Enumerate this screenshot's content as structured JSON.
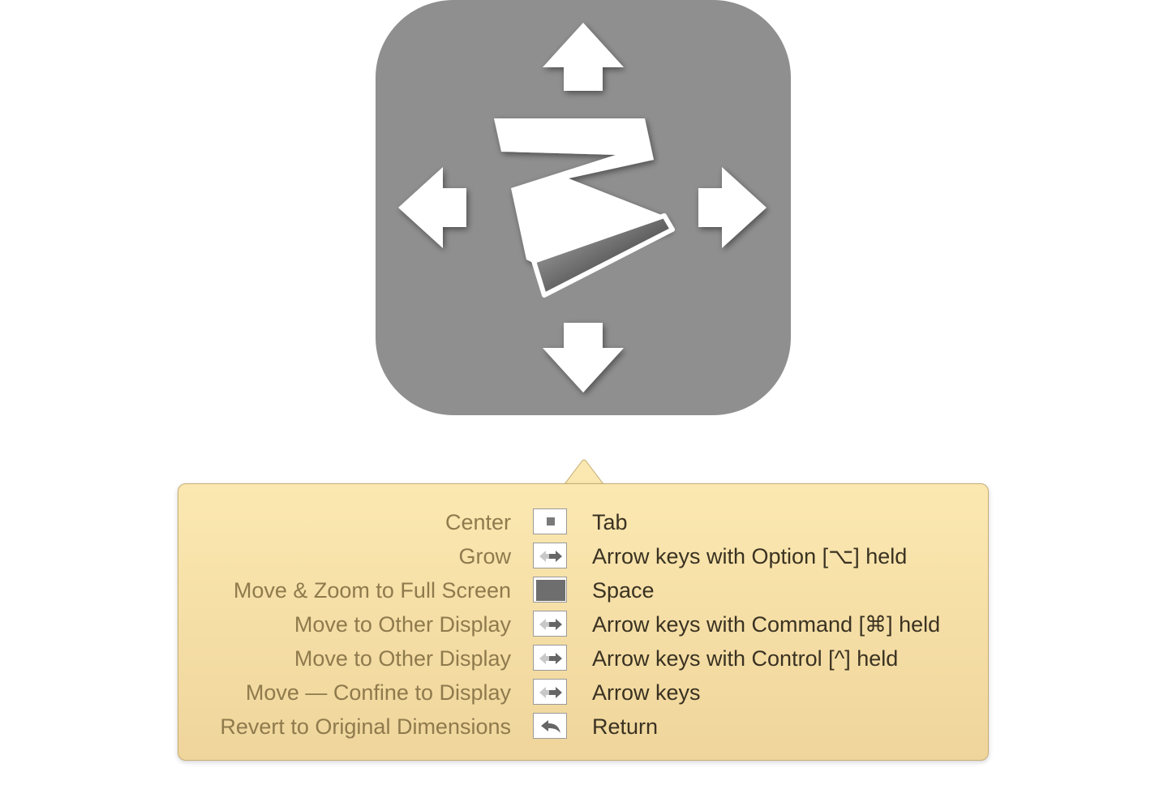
{
  "app_icon": {
    "icon": "zooom-app-icon",
    "background_color": "#8f8f8f"
  },
  "shortcuts": [
    {
      "action": "Center",
      "key_icon": "center-key-icon",
      "shortcut": "Tab"
    },
    {
      "action": "Grow",
      "key_icon": "arrow-keys-icon",
      "shortcut": "Arrow keys with Option [⌥] held"
    },
    {
      "action": "Move & Zoom to Full Screen",
      "key_icon": "space-key-icon",
      "shortcut": "Space"
    },
    {
      "action": "Move to Other Display",
      "key_icon": "arrow-keys-icon",
      "shortcut": "Arrow keys with Command [⌘] held"
    },
    {
      "action": "Move to Other Display",
      "key_icon": "arrow-keys-icon",
      "shortcut": "Arrow keys with Control [^] held"
    },
    {
      "action": "Move — Confine to Display",
      "key_icon": "arrow-keys-icon",
      "shortcut": "Arrow keys"
    },
    {
      "action": "Revert to Original Dimensions",
      "key_icon": "return-key-icon",
      "shortcut": "Return"
    }
  ],
  "colors": {
    "popover_top": "#fbe8b1",
    "popover_bottom": "#efd59b",
    "action_text": "#8f7a4d",
    "shortcut_text": "#3a3222"
  }
}
